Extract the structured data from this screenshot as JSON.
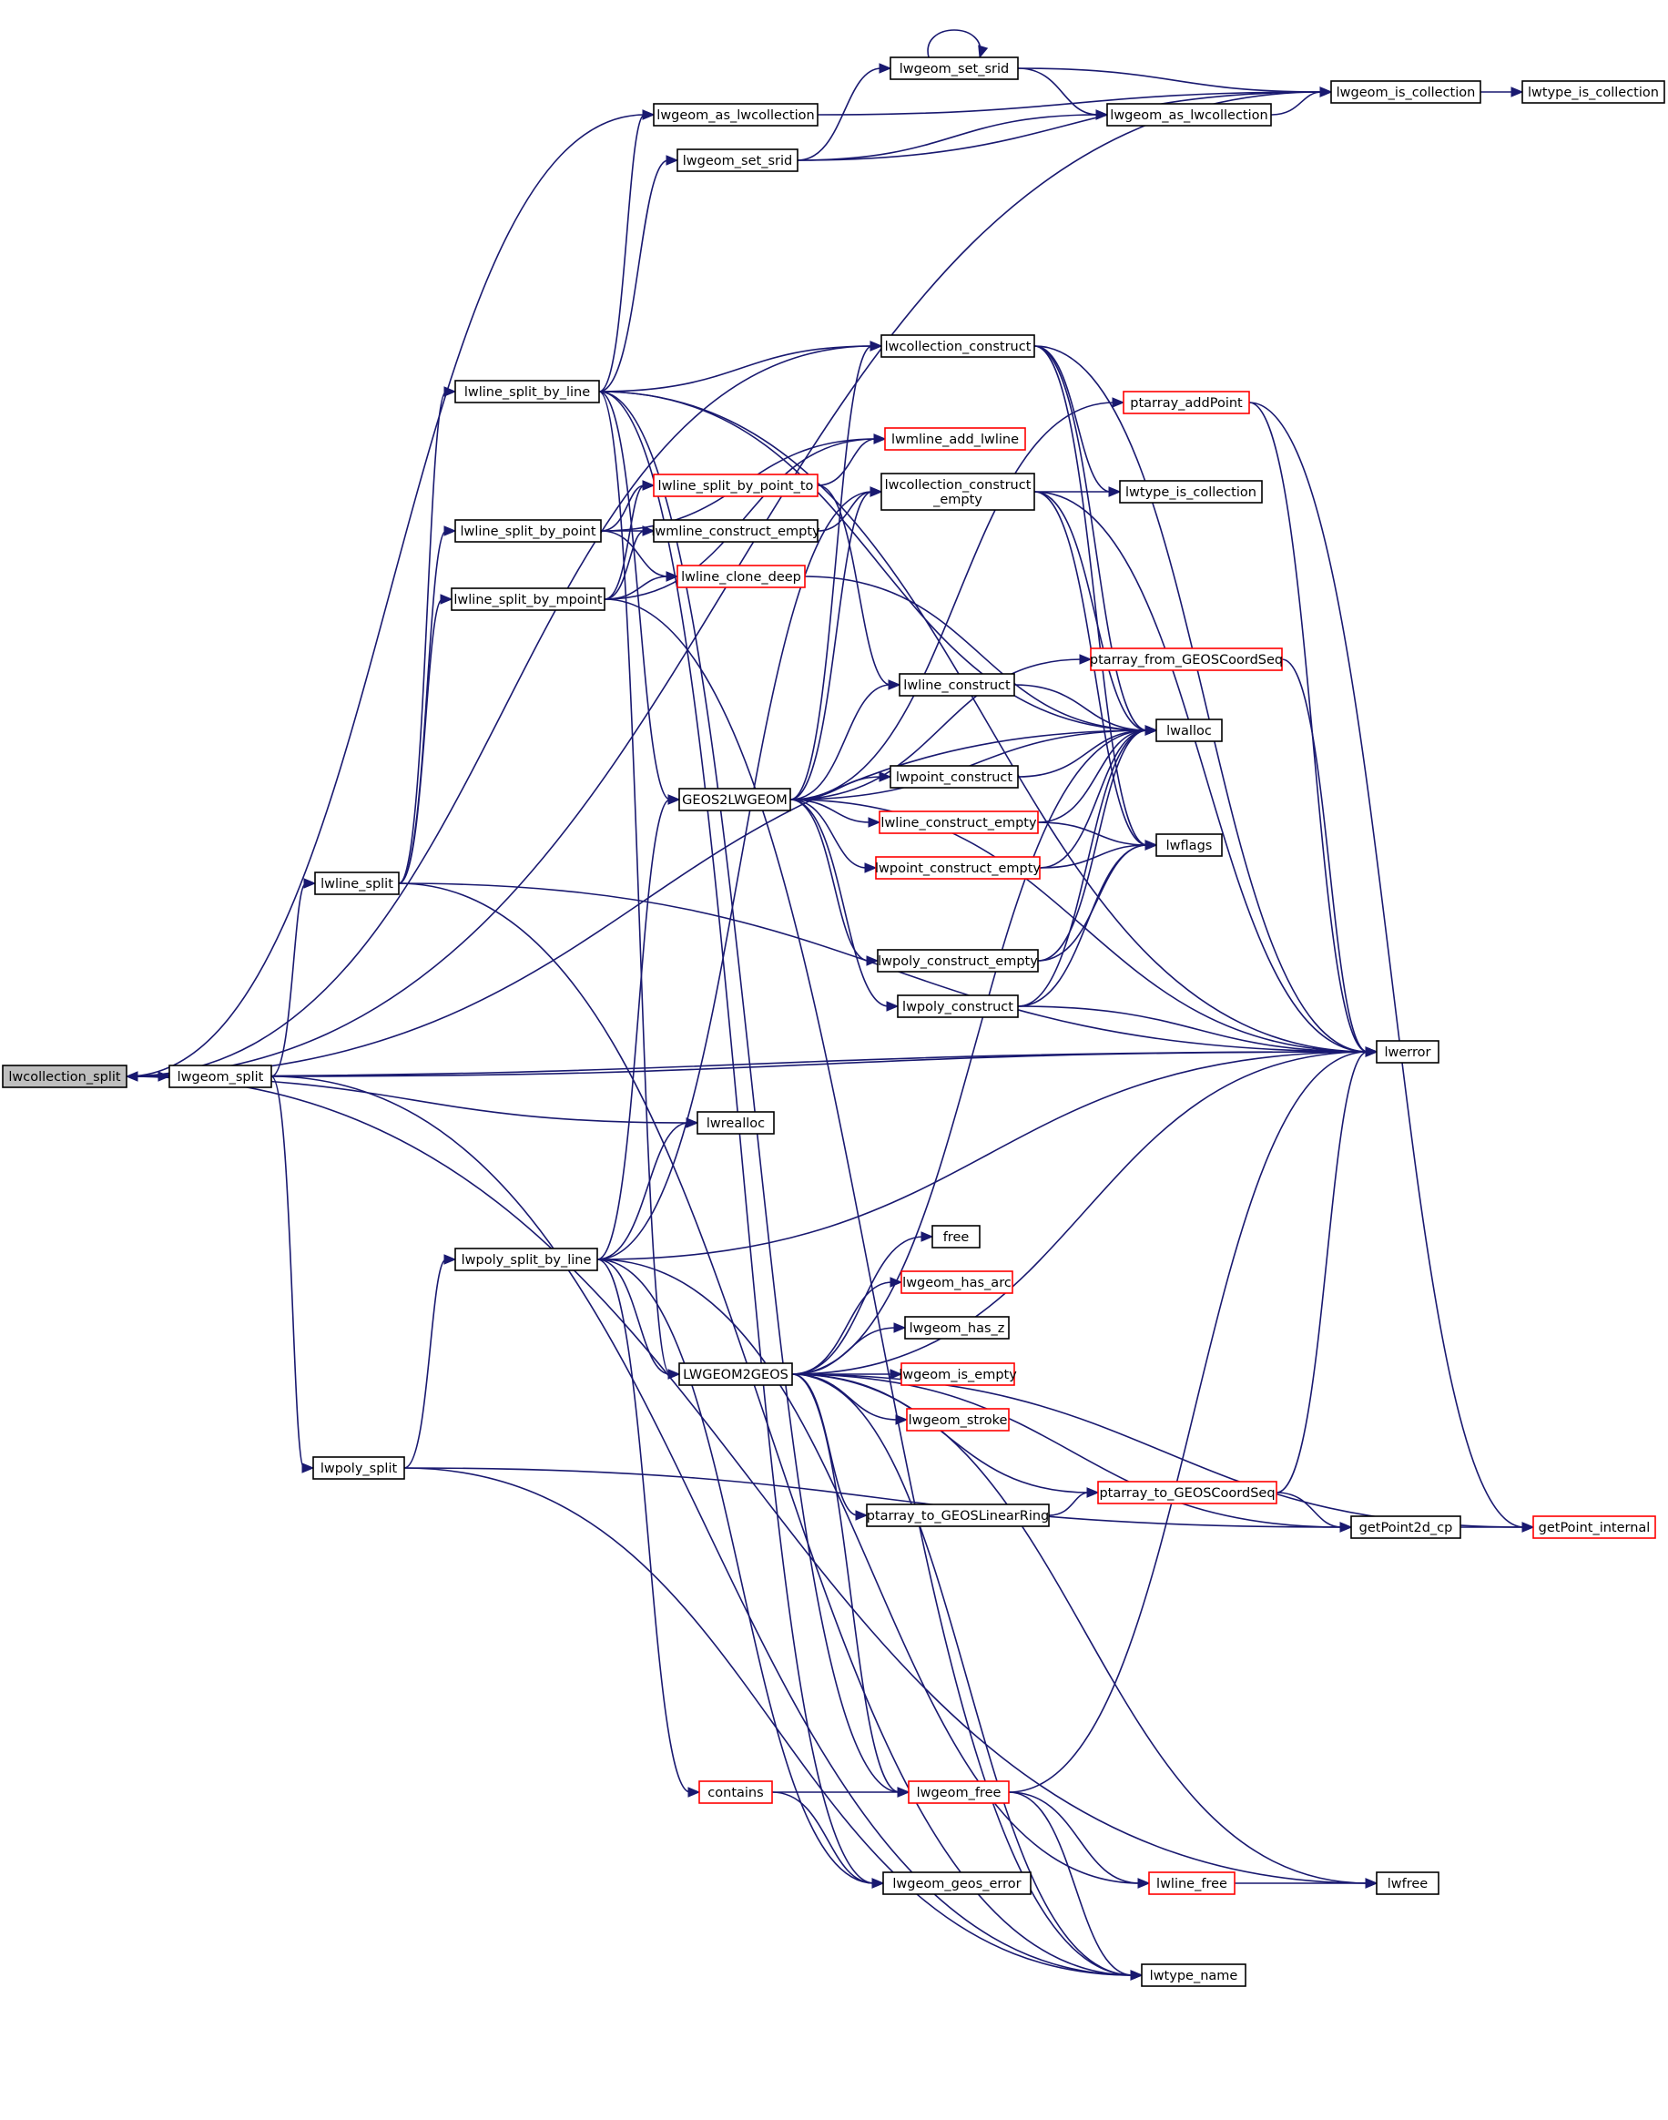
{
  "graph": {
    "type": "call-graph",
    "nodes": {
      "lwcollection_split": {
        "lines": [
          "lwcollection_split"
        ],
        "style": "focus"
      },
      "lwgeom_split": {
        "lines": [
          "lwgeom_split"
        ],
        "style": "normal"
      },
      "lwline_split": {
        "lines": [
          "lwline_split"
        ],
        "style": "normal"
      },
      "lwpoly_split": {
        "lines": [
          "lwpoly_split"
        ],
        "style": "normal"
      },
      "lwline_split_by_line": {
        "lines": [
          "lwline_split_by_line"
        ],
        "style": "normal"
      },
      "lwline_split_by_point": {
        "lines": [
          "lwline_split_by_point"
        ],
        "style": "normal"
      },
      "lwline_split_by_mpoint": {
        "lines": [
          "lwline_split_by_mpoint"
        ],
        "style": "normal"
      },
      "lwpoly_split_by_line": {
        "lines": [
          "lwpoly_split_by_line"
        ],
        "style": "normal"
      },
      "lwgeom_as_lwcollection_1": {
        "lines": [
          "lwgeom_as_lwcollection"
        ],
        "style": "normal"
      },
      "lwgeom_set_srid_1": {
        "lines": [
          "lwgeom_set_srid"
        ],
        "style": "normal"
      },
      "lwgeom_set_srid_2": {
        "lines": [
          "lwgeom_set_srid"
        ],
        "style": "normal"
      },
      "lwgeom_as_lwcollection_2": {
        "lines": [
          "lwgeom_as_lwcollection"
        ],
        "style": "normal"
      },
      "lwgeom_is_collection": {
        "lines": [
          "lwgeom_is_collection"
        ],
        "style": "normal"
      },
      "lwtype_is_collection_1": {
        "lines": [
          "lwtype_is_collection"
        ],
        "style": "normal"
      },
      "lwcollection_construct": {
        "lines": [
          "lwcollection_construct"
        ],
        "style": "normal"
      },
      "ptarray_addPoint": {
        "lines": [
          "ptarray_addPoint"
        ],
        "style": "partial"
      },
      "lwmline_add_lwline": {
        "lines": [
          "lwmline_add_lwline"
        ],
        "style": "partial"
      },
      "lwline_split_by_point_to": {
        "lines": [
          "lwline_split_by_point_to"
        ],
        "style": "partial"
      },
      "lwcollection_construct_empty": {
        "lines": [
          "lwcollection_construct",
          "_empty"
        ],
        "style": "normal"
      },
      "lwtype_is_collection_2": {
        "lines": [
          "lwtype_is_collection"
        ],
        "style": "normal"
      },
      "lwmline_construct_empty": {
        "lines": [
          "lwmline_construct_empty"
        ],
        "style": "normal"
      },
      "lwline_clone_deep": {
        "lines": [
          "lwline_clone_deep"
        ],
        "style": "partial"
      },
      "ptarray_from_GEOSCoordSeq": {
        "lines": [
          "ptarray_from_GEOSCoordSeq"
        ],
        "style": "partial"
      },
      "lwline_construct": {
        "lines": [
          "lwline_construct"
        ],
        "style": "normal"
      },
      "lwalloc": {
        "lines": [
          "lwalloc"
        ],
        "style": "normal"
      },
      "GEOS2LWGEOM": {
        "lines": [
          "GEOS2LWGEOM"
        ],
        "style": "normal"
      },
      "lwpoint_construct": {
        "lines": [
          "lwpoint_construct"
        ],
        "style": "normal"
      },
      "lwline_construct_empty": {
        "lines": [
          "lwline_construct_empty"
        ],
        "style": "partial"
      },
      "lwpoint_construct_empty": {
        "lines": [
          "lwpoint_construct_empty"
        ],
        "style": "partial"
      },
      "lwflags": {
        "lines": [
          "lwflags"
        ],
        "style": "normal"
      },
      "lwpoly_construct_empty": {
        "lines": [
          "lwpoly_construct_empty"
        ],
        "style": "normal"
      },
      "lwpoly_construct": {
        "lines": [
          "lwpoly_construct"
        ],
        "style": "normal"
      },
      "lwerror": {
        "lines": [
          "lwerror"
        ],
        "style": "normal"
      },
      "lwrealloc": {
        "lines": [
          "lwrealloc"
        ],
        "style": "normal"
      },
      "free": {
        "lines": [
          "free"
        ],
        "style": "normal"
      },
      "lwgeom_has_arc": {
        "lines": [
          "lwgeom_has_arc"
        ],
        "style": "partial"
      },
      "lwgeom_has_z": {
        "lines": [
          "lwgeom_has_z"
        ],
        "style": "normal"
      },
      "LWGEOM2GEOS": {
        "lines": [
          "LWGEOM2GEOS"
        ],
        "style": "normal"
      },
      "lwgeom_is_empty": {
        "lines": [
          "lwgeom_is_empty"
        ],
        "style": "partial"
      },
      "lwgeom_stroke": {
        "lines": [
          "lwgeom_stroke"
        ],
        "style": "partial"
      },
      "ptarray_to_GEOSCoordSeq": {
        "lines": [
          "ptarray_to_GEOSCoordSeq"
        ],
        "style": "partial"
      },
      "ptarray_to_GEOSLinearRing": {
        "lines": [
          "ptarray_to_GEOSLinearRing"
        ],
        "style": "normal"
      },
      "getPoint2d_cp": {
        "lines": [
          "getPoint2d_cp"
        ],
        "style": "normal"
      },
      "getPoint_internal": {
        "lines": [
          "getPoint_internal"
        ],
        "style": "partial"
      },
      "contains": {
        "lines": [
          "contains"
        ],
        "style": "partial"
      },
      "lwgeom_free": {
        "lines": [
          "lwgeom_free"
        ],
        "style": "partial"
      },
      "lwgeom_geos_error": {
        "lines": [
          "lwgeom_geos_error"
        ],
        "style": "normal"
      },
      "lwline_free": {
        "lines": [
          "lwline_free"
        ],
        "style": "partial"
      },
      "lwfree": {
        "lines": [
          "lwfree"
        ],
        "style": "normal"
      },
      "lwtype_name": {
        "lines": [
          "lwtype_name"
        ],
        "style": "normal"
      }
    },
    "edges": [
      [
        "lwcollection_split",
        "lwgeom_split"
      ],
      [
        "lwgeom_split",
        "lwcollection_split"
      ],
      [
        "lwcollection_split",
        "lwgeom_as_lwcollection_1"
      ],
      [
        "lwcollection_split",
        "lwgeom_is_collection"
      ],
      [
        "lwcollection_split",
        "lwcollection_construct"
      ],
      [
        "lwcollection_split",
        "lwerror"
      ],
      [
        "lwcollection_split",
        "lwrealloc"
      ],
      [
        "lwcollection_split",
        "lwalloc"
      ],
      [
        "lwcollection_split",
        "lwfree"
      ],
      [
        "lwgeom_split",
        "lwline_split"
      ],
      [
        "lwgeom_split",
        "lwpoly_split"
      ],
      [
        "lwgeom_split",
        "lwerror"
      ],
      [
        "lwgeom_split",
        "lwtype_name"
      ],
      [
        "lwline_split",
        "lwline_split_by_line"
      ],
      [
        "lwline_split",
        "lwline_split_by_mpoint"
      ],
      [
        "lwline_split",
        "lwline_split_by_point"
      ],
      [
        "lwline_split",
        "lwerror"
      ],
      [
        "lwline_split",
        "lwtype_name"
      ],
      [
        "lwpoly_split",
        "lwpoly_split_by_line"
      ],
      [
        "lwpoly_split",
        "lwtype_name"
      ],
      [
        "lwpoly_split",
        "getPoint2d_cp"
      ],
      [
        "lwline_split_by_line",
        "lwgeom_as_lwcollection_1"
      ],
      [
        "lwline_split_by_line",
        "lwgeom_set_srid_2"
      ],
      [
        "lwline_split_by_line",
        "lwcollection_construct"
      ],
      [
        "lwline_split_by_line",
        "lwerror"
      ],
      [
        "lwline_split_by_line",
        "lwalloc"
      ],
      [
        "lwline_split_by_line",
        "GEOS2LWGEOM"
      ],
      [
        "lwline_split_by_line",
        "LWGEOM2GEOS"
      ],
      [
        "lwline_split_by_line",
        "lwgeom_free"
      ],
      [
        "lwline_split_by_line",
        "lwgeom_geos_error"
      ],
      [
        "lwline_split_by_point",
        "lwmline_add_lwline"
      ],
      [
        "lwline_split_by_point",
        "lwline_split_by_point_to"
      ],
      [
        "lwline_split_by_point",
        "lwmline_construct_empty"
      ],
      [
        "lwline_split_by_point",
        "lwline_clone_deep"
      ],
      [
        "lwline_split_by_mpoint",
        "lwline_split_by_point_to"
      ],
      [
        "lwline_split_by_mpoint",
        "lwmline_construct_empty"
      ],
      [
        "lwline_split_by_mpoint",
        "lwline_clone_deep"
      ],
      [
        "lwline_split_by_mpoint",
        "lwmline_add_lwline"
      ],
      [
        "lwline_split_by_mpoint",
        "lwtype_name"
      ],
      [
        "lwpoly_split_by_line",
        "GEOS2LWGEOM"
      ],
      [
        "lwpoly_split_by_line",
        "lwrealloc"
      ],
      [
        "lwpoly_split_by_line",
        "lwerror"
      ],
      [
        "lwpoly_split_by_line",
        "LWGEOM2GEOS"
      ],
      [
        "lwpoly_split_by_line",
        "contains"
      ],
      [
        "lwpoly_split_by_line",
        "lwgeom_geos_error"
      ],
      [
        "lwpoly_split_by_line",
        "lwcollection_construct_empty"
      ],
      [
        "lwpoly_split_by_line",
        "lwline_free"
      ],
      [
        "lwgeom_set_srid_2",
        "lwgeom_set_srid_1"
      ],
      [
        "lwgeom_set_srid_2",
        "lwgeom_as_lwcollection_2"
      ],
      [
        "lwgeom_set_srid_2",
        "lwgeom_is_collection"
      ],
      [
        "lwgeom_as_lwcollection_1",
        "lwgeom_is_collection"
      ],
      [
        "lwgeom_set_srid_1",
        "lwgeom_set_srid_1"
      ],
      [
        "lwgeom_set_srid_1",
        "lwgeom_is_collection"
      ],
      [
        "lwgeom_set_srid_1",
        "lwgeom_as_lwcollection_2"
      ],
      [
        "lwgeom_as_lwcollection_2",
        "lwgeom_is_collection"
      ],
      [
        "lwgeom_is_collection",
        "lwtype_is_collection_1"
      ],
      [
        "lwcollection_construct",
        "lwtype_is_collection_2"
      ],
      [
        "lwcollection_construct",
        "lwerror"
      ],
      [
        "lwcollection_construct",
        "lwalloc"
      ],
      [
        "lwcollection_construct",
        "lwflags"
      ],
      [
        "lwline_split_by_point_to",
        "lwmline_add_lwline"
      ],
      [
        "lwline_split_by_point_to",
        "lwline_construct"
      ],
      [
        "lwmline_construct_empty",
        "lwcollection_construct_empty"
      ],
      [
        "lwcollection_construct_empty",
        "lwtype_is_collection_2"
      ],
      [
        "lwcollection_construct_empty",
        "lwalloc"
      ],
      [
        "lwcollection_construct_empty",
        "lwflags"
      ],
      [
        "lwcollection_construct_empty",
        "lwerror"
      ],
      [
        "lwline_clone_deep",
        "lwalloc"
      ],
      [
        "ptarray_addPoint",
        "lwerror"
      ],
      [
        "ptarray_addPoint",
        "getPoint_internal"
      ],
      [
        "ptarray_from_GEOSCoordSeq",
        "lwerror"
      ],
      [
        "lwline_construct",
        "lwalloc"
      ],
      [
        "GEOS2LWGEOM",
        "ptarray_addPoint"
      ],
      [
        "GEOS2LWGEOM",
        "lwcollection_construct"
      ],
      [
        "GEOS2LWGEOM",
        "lwcollection_construct_empty"
      ],
      [
        "GEOS2LWGEOM",
        "ptarray_from_GEOSCoordSeq"
      ],
      [
        "GEOS2LWGEOM",
        "lwline_construct"
      ],
      [
        "GEOS2LWGEOM",
        "lwalloc"
      ],
      [
        "GEOS2LWGEOM",
        "lwpoint_construct"
      ],
      [
        "GEOS2LWGEOM",
        "lwline_construct_empty"
      ],
      [
        "GEOS2LWGEOM",
        "lwpoint_construct_empty"
      ],
      [
        "GEOS2LWGEOM",
        "lwpoly_construct_empty"
      ],
      [
        "GEOS2LWGEOM",
        "lwpoly_construct"
      ],
      [
        "GEOS2LWGEOM",
        "lwerror"
      ],
      [
        "lwpoint_construct",
        "lwalloc"
      ],
      [
        "lwline_construct_empty",
        "lwalloc"
      ],
      [
        "lwline_construct_empty",
        "lwflags"
      ],
      [
        "lwpoint_construct_empty",
        "lwalloc"
      ],
      [
        "lwpoint_construct_empty",
        "lwflags"
      ],
      [
        "lwpoly_construct_empty",
        "lwalloc"
      ],
      [
        "lwpoly_construct_empty",
        "lwflags"
      ],
      [
        "lwpoly_construct",
        "lwalloc"
      ],
      [
        "lwpoly_construct",
        "lwflags"
      ],
      [
        "lwpoly_construct",
        "lwerror"
      ],
      [
        "LWGEOM2GEOS",
        "lwerror"
      ],
      [
        "LWGEOM2GEOS",
        "free"
      ],
      [
        "LWGEOM2GEOS",
        "lwgeom_has_arc"
      ],
      [
        "LWGEOM2GEOS",
        "lwgeom_has_z"
      ],
      [
        "LWGEOM2GEOS",
        "lwgeom_is_empty"
      ],
      [
        "LWGEOM2GEOS",
        "lwgeom_stroke"
      ],
      [
        "LWGEOM2GEOS",
        "ptarray_to_GEOSCoordSeq"
      ],
      [
        "LWGEOM2GEOS",
        "ptarray_to_GEOSLinearRing"
      ],
      [
        "LWGEOM2GEOS",
        "getPoint2d_cp"
      ],
      [
        "LWGEOM2GEOS",
        "getPoint_internal"
      ],
      [
        "LWGEOM2GEOS",
        "lwgeom_free"
      ],
      [
        "LWGEOM2GEOS",
        "lwalloc"
      ],
      [
        "LWGEOM2GEOS",
        "lwfree"
      ],
      [
        "LWGEOM2GEOS",
        "lwtype_name"
      ],
      [
        "ptarray_to_GEOSLinearRing",
        "ptarray_to_GEOSCoordSeq"
      ],
      [
        "ptarray_to_GEOSCoordSeq",
        "lwerror"
      ],
      [
        "ptarray_to_GEOSCoordSeq",
        "getPoint2d_cp"
      ],
      [
        "getPoint2d_cp",
        "getPoint_internal"
      ],
      [
        "contains",
        "lwgeom_free"
      ],
      [
        "contains",
        "lwgeom_geos_error"
      ],
      [
        "lwgeom_free",
        "lwerror"
      ],
      [
        "lwgeom_free",
        "lwline_free"
      ],
      [
        "lwgeom_free",
        "lwtype_name"
      ],
      [
        "lwline_free",
        "lwfree"
      ]
    ]
  }
}
